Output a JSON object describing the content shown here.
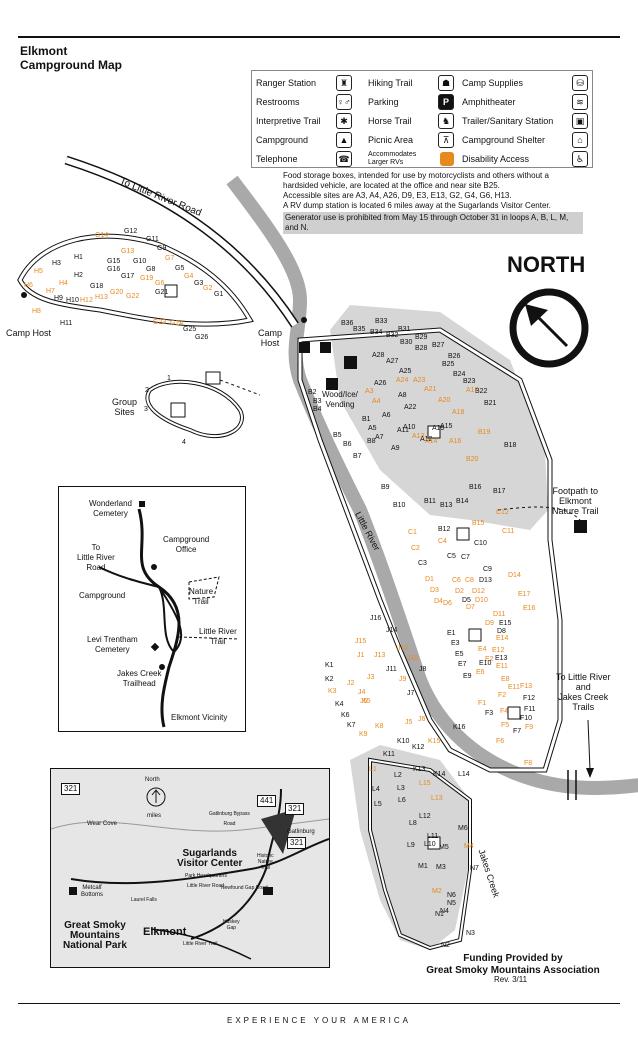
{
  "title": "Elkmont\nCampground Map",
  "footer": "EXPERIENCE YOUR AMERICA",
  "legend": [
    {
      "label": "Ranger Station",
      "icon": "ranger-icon",
      "col": 0,
      "row": 0
    },
    {
      "label": "Restrooms",
      "icon": "restroom-icon",
      "col": 0,
      "row": 1
    },
    {
      "label": "Interpretive Trail",
      "icon": "interpretive-trail-icon",
      "col": 0,
      "row": 2
    },
    {
      "label": "Campground",
      "icon": "campground-icon",
      "col": 0,
      "row": 3
    },
    {
      "label": "Telephone",
      "icon": "telephone-icon",
      "col": 0,
      "row": 4
    },
    {
      "label": "Hiking Trail",
      "icon": "hiker-icon",
      "col": 1,
      "row": 0
    },
    {
      "label": "Parking",
      "icon": "parking-icon",
      "col": 1,
      "row": 1
    },
    {
      "label": "Horse Trail",
      "icon": "horse-icon",
      "col": 1,
      "row": 2
    },
    {
      "label": "Picnic Area",
      "icon": "picnic-icon",
      "col": 1,
      "row": 3
    },
    {
      "label": "Accommodates Larger RVs",
      "icon": "orange-square-icon",
      "col": 1,
      "row": 4
    },
    {
      "label": "Camp Supplies",
      "icon": "supplies-icon",
      "col": 2,
      "row": 0
    },
    {
      "label": "Amphitheater",
      "icon": "amphitheater-icon",
      "col": 2,
      "row": 1
    },
    {
      "label": "Trailer/Sanitary Station",
      "icon": "sanitary-icon",
      "col": 2,
      "row": 2
    },
    {
      "label": "Campground Shelter",
      "icon": "shelter-icon",
      "col": 2,
      "row": 3
    },
    {
      "label": "Disability Access",
      "icon": "wheelchair-icon",
      "col": 2,
      "row": 4
    }
  ],
  "legend_glyphs": {
    "ranger-icon": "♜",
    "restroom-icon": "♀♂",
    "interpretive-trail-icon": "✱",
    "campground-icon": "▲",
    "telephone-icon": "☎",
    "hiker-icon": "☗",
    "parking-icon": "P",
    "horse-icon": "♞",
    "picnic-icon": "⊼",
    "orange-square-icon": "",
    "supplies-icon": "⛁",
    "amphitheater-icon": "≋",
    "sanitary-icon": "▣",
    "shelter-icon": "⌂",
    "wheelchair-icon": "♿"
  },
  "notes": {
    "line1": "Food storage boxes, intended for use by motorcyclists and others without a hardsided vehicle, are located at the office and near site B25.",
    "line2": "Accessible sites are A3, A4, A26, D9, E3, E13, G2, G4, G6, H13.",
    "line3": "A RV dump station is located 6 miles away at the Sugarlands Visitor Center.",
    "generator": "Generator use is prohibited from May 15 through October 31 in loops A, B, L, M, and N."
  },
  "north": "NORTH",
  "roads": {
    "little_river_road": "To Little River Road",
    "little_river": "Little River",
    "jakes_creek": "Jakes Creek"
  },
  "places": {
    "camp_host_left": "Camp Host",
    "camp_host_center": "Camp\nHost",
    "group_sites": "Group\nSites",
    "wood_ice": "Wood/Ice/\nVending",
    "footpath": "Footpath to\nElkmont\nNature Trail",
    "to_little_river_trail": "To Little River\nand\nJakes Creek\nTrails"
  },
  "sites": [
    [
      "G14",
      95,
      232,
      1
    ],
    [
      "G12",
      124,
      228,
      0
    ],
    [
      "G11",
      146,
      236,
      0
    ],
    [
      "G13",
      121,
      248,
      1
    ],
    [
      "G9",
      157,
      245,
      0
    ],
    [
      "H3",
      52,
      260,
      0
    ],
    [
      "H1",
      74,
      254,
      0
    ],
    [
      "G15",
      107,
      258,
      0
    ],
    [
      "G10",
      133,
      258,
      0
    ],
    [
      "G7",
      165,
      255,
      1
    ],
    [
      "H5",
      34,
      268,
      1
    ],
    [
      "H2",
      74,
      272,
      0
    ],
    [
      "G16",
      107,
      266,
      0
    ],
    [
      "G8",
      146,
      266,
      0
    ],
    [
      "G5",
      175,
      265,
      0
    ],
    [
      "H6",
      24,
      282,
      1
    ],
    [
      "H4",
      59,
      280,
      1
    ],
    [
      "G17",
      121,
      273,
      0
    ],
    [
      "G4",
      184,
      273,
      1
    ],
    [
      "H7",
      46,
      288,
      1
    ],
    [
      "G18",
      90,
      283,
      0
    ],
    [
      "G19",
      140,
      275,
      1
    ],
    [
      "G6",
      155,
      280,
      1
    ],
    [
      "G3",
      194,
      280,
      0
    ],
    [
      "H9",
      54,
      295,
      0
    ],
    [
      "H10",
      66,
      297,
      0
    ],
    [
      "H12",
      80,
      297,
      1
    ],
    [
      "G20",
      110,
      289,
      1
    ],
    [
      "H13",
      95,
      294,
      1
    ],
    [
      "G22",
      126,
      293,
      1
    ],
    [
      "G21",
      155,
      289,
      0
    ],
    [
      "G2",
      203,
      285,
      1
    ],
    [
      "G1",
      214,
      291,
      0
    ],
    [
      "H8",
      32,
      308,
      1
    ],
    [
      "H11",
      60,
      320,
      0
    ],
    [
      "G23",
      153,
      319,
      1
    ],
    [
      "G24",
      170,
      320,
      1
    ],
    [
      "G25",
      183,
      326,
      0
    ],
    [
      "G26",
      195,
      334,
      0
    ],
    [
      "B36",
      341,
      320,
      0
    ],
    [
      "B35",
      353,
      326,
      0
    ],
    [
      "B34",
      370,
      329,
      0
    ],
    [
      "B33",
      375,
      318,
      0
    ],
    [
      "B32",
      386,
      332,
      0
    ],
    [
      "B31",
      398,
      326,
      0
    ],
    [
      "B30",
      400,
      339,
      0
    ],
    [
      "B29",
      415,
      334,
      0
    ],
    [
      "B28",
      415,
      345,
      0
    ],
    [
      "B27",
      432,
      342,
      0
    ],
    [
      "B26",
      448,
      353,
      0
    ],
    [
      "B25",
      442,
      361,
      0
    ],
    [
      "B24",
      453,
      371,
      0
    ],
    [
      "B23",
      463,
      378,
      0
    ],
    [
      "B22",
      475,
      388,
      0
    ],
    [
      "B21",
      484,
      400,
      0
    ],
    [
      "A28",
      372,
      352,
      0
    ],
    [
      "A27",
      386,
      358,
      0
    ],
    [
      "A26",
      374,
      380,
      0
    ],
    [
      "A25",
      399,
      368,
      0
    ],
    [
      "A24",
      396,
      377,
      1
    ],
    [
      "A23",
      413,
      377,
      1
    ],
    [
      "A21",
      424,
      386,
      1
    ],
    [
      "A20",
      438,
      397,
      1
    ],
    [
      "A18",
      452,
      409,
      1
    ],
    [
      "A17",
      466,
      387,
      1
    ],
    [
      "A3",
      365,
      388,
      1
    ],
    [
      "A4",
      372,
      398,
      1
    ],
    [
      "A22",
      404,
      404,
      0
    ],
    [
      "A6",
      382,
      412,
      0
    ],
    [
      "A8",
      398,
      392,
      0
    ],
    [
      "A10",
      403,
      424,
      0
    ],
    [
      "A19",
      432,
      425,
      0
    ],
    [
      "A12",
      420,
      436,
      0
    ],
    [
      "A16",
      449,
      438,
      1
    ],
    [
      "A15",
      440,
      423,
      0
    ],
    [
      "A14",
      425,
      438,
      1
    ],
    [
      "A13",
      412,
      433,
      1
    ],
    [
      "A11",
      397,
      427,
      0
    ],
    [
      "A9",
      391,
      445,
      0
    ],
    [
      "A7",
      375,
      434,
      0
    ],
    [
      "A5",
      368,
      425,
      0
    ],
    [
      "B2",
      308,
      389,
      0
    ],
    [
      "B3",
      313,
      398,
      0
    ],
    [
      "B4",
      313,
      406,
      0
    ],
    [
      "B1",
      362,
      416,
      0
    ],
    [
      "B5",
      333,
      432,
      0
    ],
    [
      "B6",
      343,
      441,
      0
    ],
    [
      "B7",
      353,
      453,
      0
    ],
    [
      "B8",
      367,
      438,
      0
    ],
    [
      "B9",
      381,
      484,
      0
    ],
    [
      "B10",
      393,
      502,
      0
    ],
    [
      "B11",
      424,
      498,
      0
    ],
    [
      "B13",
      440,
      502,
      0
    ],
    [
      "B14",
      456,
      498,
      0
    ],
    [
      "B16",
      469,
      484,
      0
    ],
    [
      "B17",
      493,
      488,
      0
    ],
    [
      "B18",
      504,
      442,
      0
    ],
    [
      "B19",
      478,
      429,
      1
    ],
    [
      "B20",
      466,
      456,
      1
    ],
    [
      "B15",
      472,
      520,
      1
    ],
    [
      "B12",
      438,
      526,
      0
    ],
    [
      "C12",
      496,
      509,
      1
    ],
    [
      "C11",
      502,
      528,
      1
    ],
    [
      "C1",
      408,
      529,
      1
    ],
    [
      "C4",
      438,
      538,
      1
    ],
    [
      "C10",
      474,
      540,
      0
    ],
    [
      "C2",
      411,
      545,
      1
    ],
    [
      "C5",
      447,
      553,
      0
    ],
    [
      "C7",
      461,
      554,
      0
    ],
    [
      "C3",
      418,
      560,
      0
    ],
    [
      "C9",
      483,
      566,
      0
    ],
    [
      "C6",
      452,
      577,
      1
    ],
    [
      "C8",
      465,
      577,
      1
    ],
    [
      "D13",
      479,
      577,
      0
    ],
    [
      "D14",
      508,
      572,
      1
    ],
    [
      "D1",
      425,
      576,
      1
    ],
    [
      "D2",
      455,
      588,
      1
    ],
    [
      "D12",
      472,
      588,
      1
    ],
    [
      "D3",
      430,
      587,
      1
    ],
    [
      "D5",
      462,
      597,
      0
    ],
    [
      "D10",
      475,
      597,
      1
    ],
    [
      "E17",
      518,
      591,
      1
    ],
    [
      "D4",
      434,
      598,
      1
    ],
    [
      "D6",
      443,
      600,
      1
    ],
    [
      "D7",
      466,
      604,
      1
    ],
    [
      "D11",
      493,
      611,
      1
    ],
    [
      "E16",
      523,
      605,
      1
    ],
    [
      "E15",
      499,
      620,
      0
    ],
    [
      "D9",
      485,
      620,
      1
    ],
    [
      "D8",
      497,
      628,
      0
    ],
    [
      "J16",
      370,
      615,
      0
    ],
    [
      "J14",
      386,
      627,
      0
    ],
    [
      "E1",
      447,
      630,
      0
    ],
    [
      "E14",
      496,
      635,
      1
    ],
    [
      "E3",
      451,
      640,
      0
    ],
    [
      "E12",
      492,
      647,
      1
    ],
    [
      "E13",
      495,
      655,
      0
    ],
    [
      "J15",
      355,
      638,
      1
    ],
    [
      "J12",
      397,
      645,
      1
    ],
    [
      "E5",
      455,
      651,
      0
    ],
    [
      "J1",
      357,
      652,
      1
    ],
    [
      "J13",
      374,
      652,
      1
    ],
    [
      "J10",
      407,
      655,
      1
    ],
    [
      "E4",
      478,
      646,
      1
    ],
    [
      "E2",
      485,
      656,
      1
    ],
    [
      "E10",
      479,
      660,
      0
    ],
    [
      "E11",
      496,
      663,
      1
    ],
    [
      "E7",
      458,
      661,
      0
    ],
    [
      "E6",
      476,
      669,
      1
    ],
    [
      "K1",
      325,
      662,
      0
    ],
    [
      "J11",
      386,
      666,
      0
    ],
    [
      "J8",
      419,
      666,
      0
    ],
    [
      "E8",
      501,
      676,
      1
    ],
    [
      "E9",
      463,
      673,
      0
    ],
    [
      "K2",
      325,
      676,
      0
    ],
    [
      "J2",
      347,
      680,
      1
    ],
    [
      "J3",
      367,
      674,
      1
    ],
    [
      "J9",
      399,
      676,
      1
    ],
    [
      "E11b",
      508,
      684,
      1
    ],
    [
      "F13",
      520,
      683,
      1
    ],
    [
      "K3",
      328,
      688,
      1
    ],
    [
      "J4",
      358,
      689,
      1
    ],
    [
      "J7",
      407,
      690,
      0
    ],
    [
      "F1",
      478,
      700,
      1
    ],
    [
      "F12",
      523,
      695,
      0
    ],
    [
      "F2",
      498,
      692,
      1
    ],
    [
      "K4",
      335,
      701,
      0
    ],
    [
      "J5",
      360,
      698,
      1
    ],
    [
      "F3",
      485,
      710,
      0
    ],
    [
      "F11",
      524,
      706,
      0
    ],
    [
      "K5",
      362,
      698,
      1
    ],
    [
      "K6",
      341,
      712,
      0
    ],
    [
      "F4",
      500,
      708,
      1
    ],
    [
      "F10",
      520,
      715,
      0
    ],
    [
      "F9",
      525,
      724,
      1
    ],
    [
      "K7",
      347,
      722,
      0
    ],
    [
      "K8",
      375,
      723,
      1
    ],
    [
      "J5b",
      405,
      719,
      1
    ],
    [
      "J6",
      418,
      716,
      1
    ],
    [
      "K16",
      453,
      724,
      0
    ],
    [
      "F5",
      501,
      722,
      1
    ],
    [
      "F8",
      524,
      760,
      1
    ],
    [
      "K9",
      359,
      731,
      1
    ],
    [
      "F6",
      496,
      738,
      1
    ],
    [
      "F7",
      513,
      728,
      0
    ],
    [
      "K10",
      397,
      738,
      0
    ],
    [
      "K15",
      428,
      738,
      1
    ],
    [
      "K11",
      383,
      751,
      0
    ],
    [
      "K12",
      412,
      744,
      0
    ],
    [
      "L1",
      369,
      766,
      1
    ],
    [
      "L2",
      394,
      772,
      0
    ],
    [
      "K13",
      413,
      766,
      0
    ],
    [
      "K14",
      433,
      771,
      0
    ],
    [
      "L14",
      458,
      771,
      0
    ],
    [
      "L15",
      419,
      780,
      1
    ],
    [
      "L3",
      397,
      785,
      0
    ],
    [
      "L4",
      372,
      786,
      0
    ],
    [
      "L13",
      431,
      795,
      1
    ],
    [
      "L6",
      398,
      797,
      0
    ],
    [
      "L5",
      374,
      801,
      0
    ],
    [
      "L12",
      419,
      813,
      0
    ],
    [
      "L8",
      409,
      820,
      0
    ],
    [
      "M6",
      458,
      825,
      0
    ],
    [
      "L11",
      427,
      833,
      0
    ],
    [
      "L10",
      424,
      841,
      0
    ],
    [
      "L9",
      407,
      842,
      0
    ],
    [
      "M5",
      439,
      844,
      0
    ],
    [
      "M4",
      464,
      843,
      1
    ],
    [
      "M1",
      418,
      863,
      0
    ],
    [
      "M3",
      436,
      864,
      0
    ],
    [
      "N7",
      470,
      865,
      0
    ],
    [
      "M2",
      432,
      888,
      1
    ],
    [
      "N6",
      447,
      892,
      0
    ],
    [
      "N5",
      447,
      900,
      0
    ],
    [
      "N4",
      440,
      908,
      0
    ],
    [
      "N1",
      435,
      911,
      0
    ],
    [
      "N3",
      466,
      930,
      0
    ],
    [
      "N2",
      441,
      942,
      0
    ]
  ],
  "inset_vicinity": {
    "title": "Elkmont Vicinity",
    "wonderland": "Wonderland\nCemetery",
    "cg_office": "Campground\nOffice",
    "to_lrr": "To\nLittle River\nRoad",
    "nature": "Nature\nTrail",
    "campground": "Campground",
    "lrt": "Little River\nTrail",
    "levi": "Levi Trentham\nCemetery",
    "jakes": "Jakes Creek\nTrailhead"
  },
  "inset_region": {
    "north": "North",
    "miles": "miles",
    "wear_cove": "Wear Cove",
    "gatlinburg_bypass": "Gatlinburg Bypass\nRoad",
    "gatlinburg": "Gatlinburg",
    "sugarlands": "Sugarlands\nVisitor Center",
    "park_hq": "Park Headquarters",
    "historic_trail": "Historic\nNature\nTrail",
    "metcalf": "Metcalf\nBottoms",
    "laurel_falls": "Laurel Falls",
    "newfound": "Newfound Gap Road",
    "lrr": "Little River Road",
    "huskey": "Huskey\nGap",
    "gsm": "Great Smoky\nMountains\nNational Park",
    "elkmont": "Elkmont",
    "little_river_trail": "Little River Trail",
    "r321a": "321",
    "r321b": "321",
    "r441": "441",
    "r321c": "321"
  },
  "funding": "Funding Provided by\nGreat Smoky Mountains Association",
  "revision": "Rev. 3/11",
  "colors": {
    "orange": "#e8891e",
    "river": "#a9a9a9",
    "shade": "#d6d6d6"
  }
}
